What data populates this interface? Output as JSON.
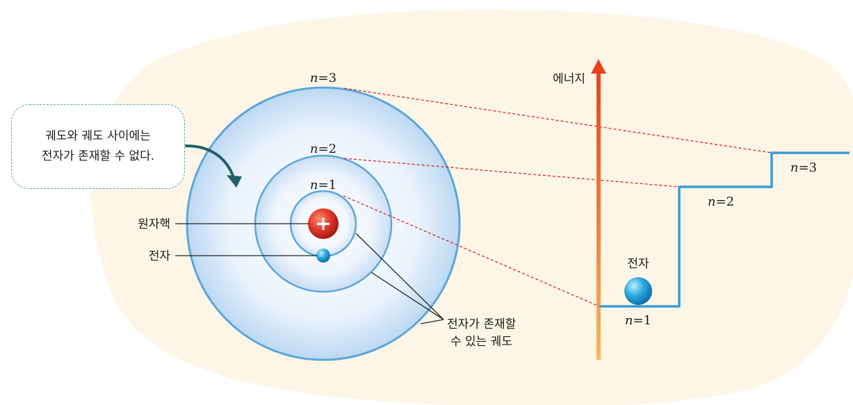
{
  "callout": {
    "line1": "궤도와 궤도 사이에는",
    "line2": "전자가 존재할 수 없다."
  },
  "atom": {
    "nucleus_label": "원자핵",
    "electron_label": "전자",
    "nucleus_symbol": "+",
    "orbit_labels": [
      "n=1",
      "n=2",
      "n=3"
    ],
    "orbit_note_line1": "전자가 존재할",
    "orbit_note_line2": "수 있는 궤도"
  },
  "energy": {
    "axis_label": "에너지",
    "electron_label": "전자",
    "level_labels": [
      "n=1",
      "n=2",
      "n=3"
    ]
  },
  "colors": {
    "background_blob": "#fdf6e6",
    "orbit_stroke": "#5aa6dc",
    "nucleus": "#e23a2a",
    "electron": "#1e9ad6",
    "energy_level": "#3a9ad6",
    "dashed_connector": "#e02020",
    "arrow_top": "#e8421c",
    "arrow_bottom": "#f7b75a",
    "callout_border": "#5fa39a",
    "callout_arrow": "#1f5f68"
  }
}
